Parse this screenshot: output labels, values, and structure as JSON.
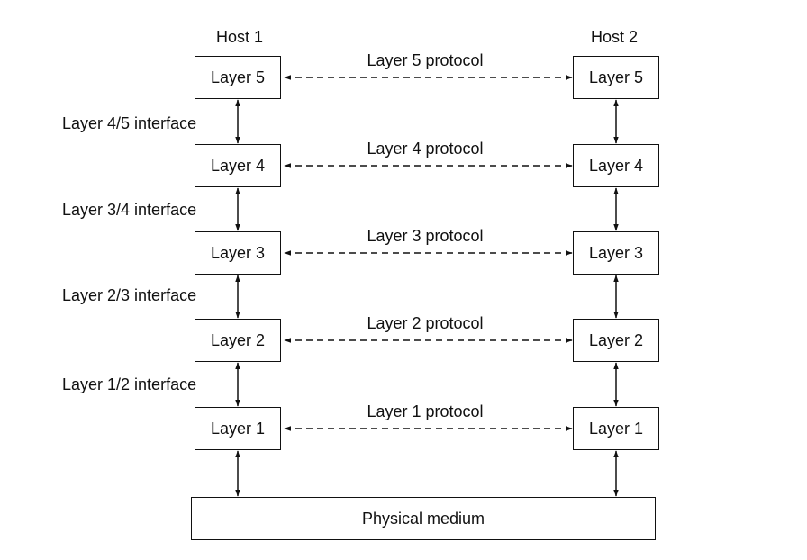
{
  "hosts": [
    {
      "title": "Host 1",
      "layers": [
        "Layer 5",
        "Layer 4",
        "Layer 3",
        "Layer 2",
        "Layer 1"
      ]
    },
    {
      "title": "Host 2",
      "layers": [
        "Layer 5",
        "Layer 4",
        "Layer 3",
        "Layer 2",
        "Layer 1"
      ]
    }
  ],
  "protocols": [
    "Layer 5 protocol",
    "Layer 4 protocol",
    "Layer 3 protocol",
    "Layer 2 protocol",
    "Layer 1 protocol"
  ],
  "interfaces": [
    "Layer 4/5 interface",
    "Layer 3/4 interface",
    "Layer 2/3 interface",
    "Layer 1/2 interface"
  ],
  "medium": "Physical medium",
  "colors": {
    "line": "#111111",
    "background": "#ffffff"
  }
}
